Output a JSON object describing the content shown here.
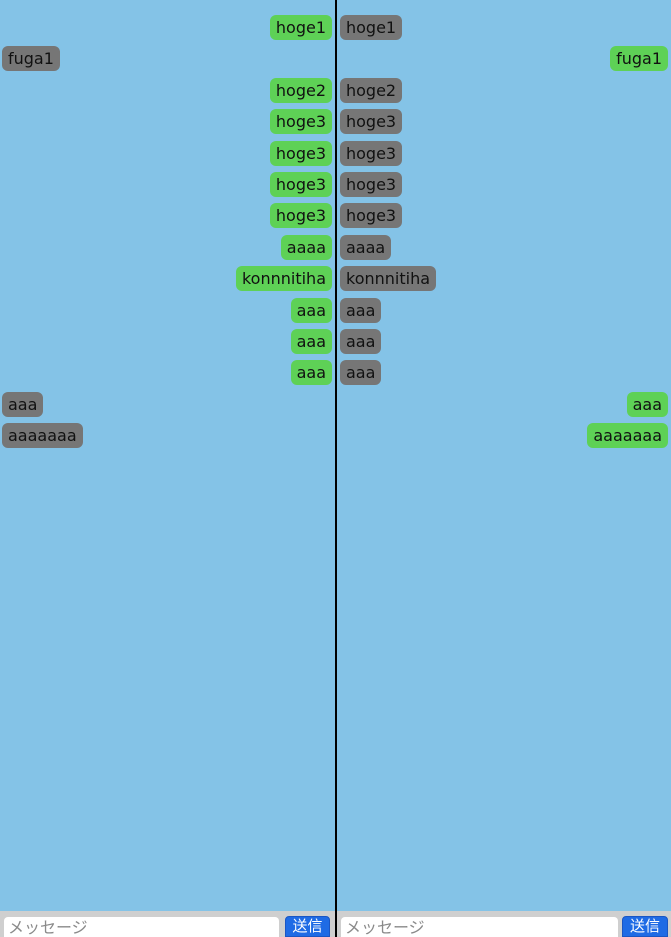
{
  "colors": {
    "background": "#84c3e7",
    "own_bubble": "#5ed156",
    "other_bubble": "#767676",
    "send_button": "#1f6be5",
    "divider": "#000000"
  },
  "left_pane": {
    "messages": [
      {
        "text": "hoge1",
        "side": "right",
        "style": "green"
      },
      {
        "text": "fuga1",
        "side": "left",
        "style": "gray"
      },
      {
        "text": "hoge2",
        "side": "right",
        "style": "green"
      },
      {
        "text": "hoge3",
        "side": "right",
        "style": "green"
      },
      {
        "text": "hoge3",
        "side": "right",
        "style": "green"
      },
      {
        "text": "hoge3",
        "side": "right",
        "style": "green"
      },
      {
        "text": "hoge3",
        "side": "right",
        "style": "green"
      },
      {
        "text": "aaaa",
        "side": "right",
        "style": "green"
      },
      {
        "text": "konnnitiha",
        "side": "right",
        "style": "green"
      },
      {
        "text": "aaa",
        "side": "right",
        "style": "green"
      },
      {
        "text": "aaa",
        "side": "right",
        "style": "green"
      },
      {
        "text": "aaa",
        "side": "right",
        "style": "green"
      },
      {
        "text": "aaa",
        "side": "left",
        "style": "gray"
      },
      {
        "text": "aaaaaaa",
        "side": "left",
        "style": "gray"
      }
    ],
    "input": {
      "placeholder": "メッセージ",
      "value": ""
    },
    "send_label": "送信"
  },
  "right_pane": {
    "messages": [
      {
        "text": "hoge1",
        "side": "left",
        "style": "gray"
      },
      {
        "text": "fuga1",
        "side": "right",
        "style": "green"
      },
      {
        "text": "hoge2",
        "side": "left",
        "style": "gray"
      },
      {
        "text": "hoge3",
        "side": "left",
        "style": "gray"
      },
      {
        "text": "hoge3",
        "side": "left",
        "style": "gray"
      },
      {
        "text": "hoge3",
        "side": "left",
        "style": "gray"
      },
      {
        "text": "hoge3",
        "side": "left",
        "style": "gray"
      },
      {
        "text": "aaaa",
        "side": "left",
        "style": "gray"
      },
      {
        "text": "konnnitiha",
        "side": "left",
        "style": "gray"
      },
      {
        "text": "aaa",
        "side": "left",
        "style": "gray"
      },
      {
        "text": "aaa",
        "side": "left",
        "style": "gray"
      },
      {
        "text": "aaa",
        "side": "left",
        "style": "gray"
      },
      {
        "text": "aaa",
        "side": "right",
        "style": "green"
      },
      {
        "text": "aaaaaaa",
        "side": "right",
        "style": "green"
      }
    ],
    "input": {
      "placeholder": "メッセージ",
      "value": ""
    },
    "send_label": "送信"
  }
}
